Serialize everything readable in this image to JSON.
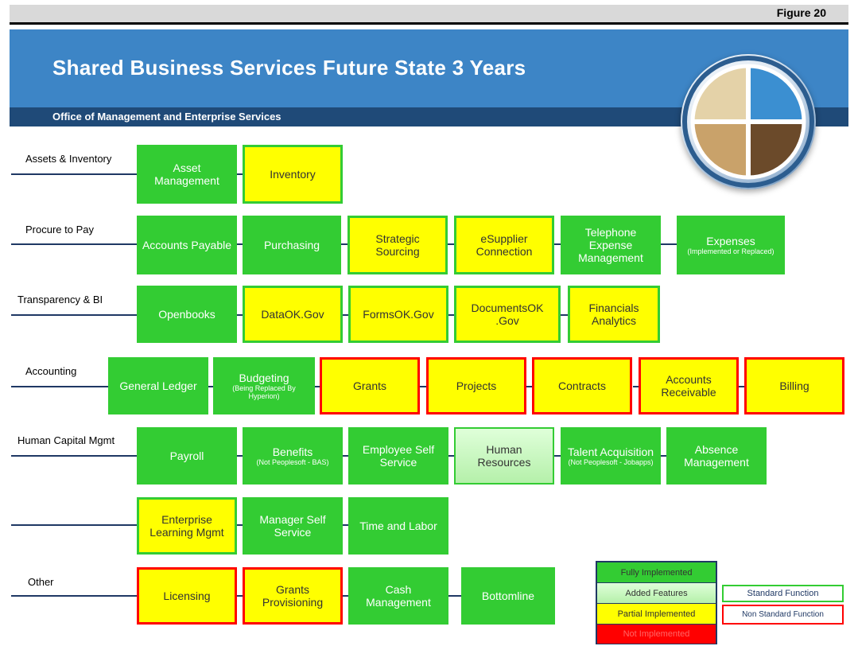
{
  "figure_label": "Figure 20",
  "title": "Shared Business Services Future State 3 Years",
  "subtitle": "Office of Management and Enterprise Services",
  "rows": {
    "assets": "Assets & Inventory",
    "procure": "Procure to Pay",
    "transparency": "Transparency & BI",
    "accounting": "Accounting",
    "hcm": "Human Capital Mgmt",
    "other": "Other"
  },
  "boxes": {
    "asset_mgmt": "Asset Management",
    "inventory": "Inventory",
    "ap": "Accounts Payable",
    "purchasing": "Purchasing",
    "strategic": "Strategic Sourcing",
    "esupplier": "eSupplier Connection",
    "telephone": "Telephone Expense Management",
    "expenses": "Expenses",
    "expenses_sub": "(Implemented or Replaced)",
    "openbooks": "Openbooks",
    "dataok": "DataOK.Gov",
    "formsok": "FormsOK.Gov",
    "documentsok": "DocumentsOK .Gov",
    "financials": "Financials Analytics",
    "gl": "General Ledger",
    "budgeting": "Budgeting",
    "budgeting_sub": "(Being Replaced By Hyperion)",
    "grants": "Grants",
    "projects": "Projects",
    "contracts": "Contracts",
    "ar": "Accounts Receivable",
    "billing": "Billing",
    "payroll": "Payroll",
    "benefits": "Benefits",
    "benefits_sub": "(Not Peoplesoft - BAS)",
    "ess": "Employee Self Service",
    "hr": "Human Resources",
    "talent": "Talent Acquisition",
    "talent_sub": "(Not Peoplesoft - Jobapps)",
    "absence": "Absence Management",
    "elm": "Enterprise Learning Mgmt",
    "mss": "Manager Self Service",
    "time": "Time and Labor",
    "licensing": "Licensing",
    "grants_prov": "Grants Provisioning",
    "cash": "Cash Management",
    "bottomline": "Bottomline"
  },
  "legend": {
    "fully": "Fully Implemented",
    "added": "Added Features",
    "partial": "Partial Implemented",
    "not": "Not Implemented",
    "standard": "Standard Function",
    "nonstandard": "Non Standard Function"
  },
  "colors": {
    "implemented": "#33cc33",
    "partial": "#ffff00",
    "not_implemented": "#ff0000",
    "banner": "#3d85c6",
    "subbar": "#1f4a78",
    "standard_border": "#33cc33",
    "nonstandard_border": "#ff0000"
  }
}
